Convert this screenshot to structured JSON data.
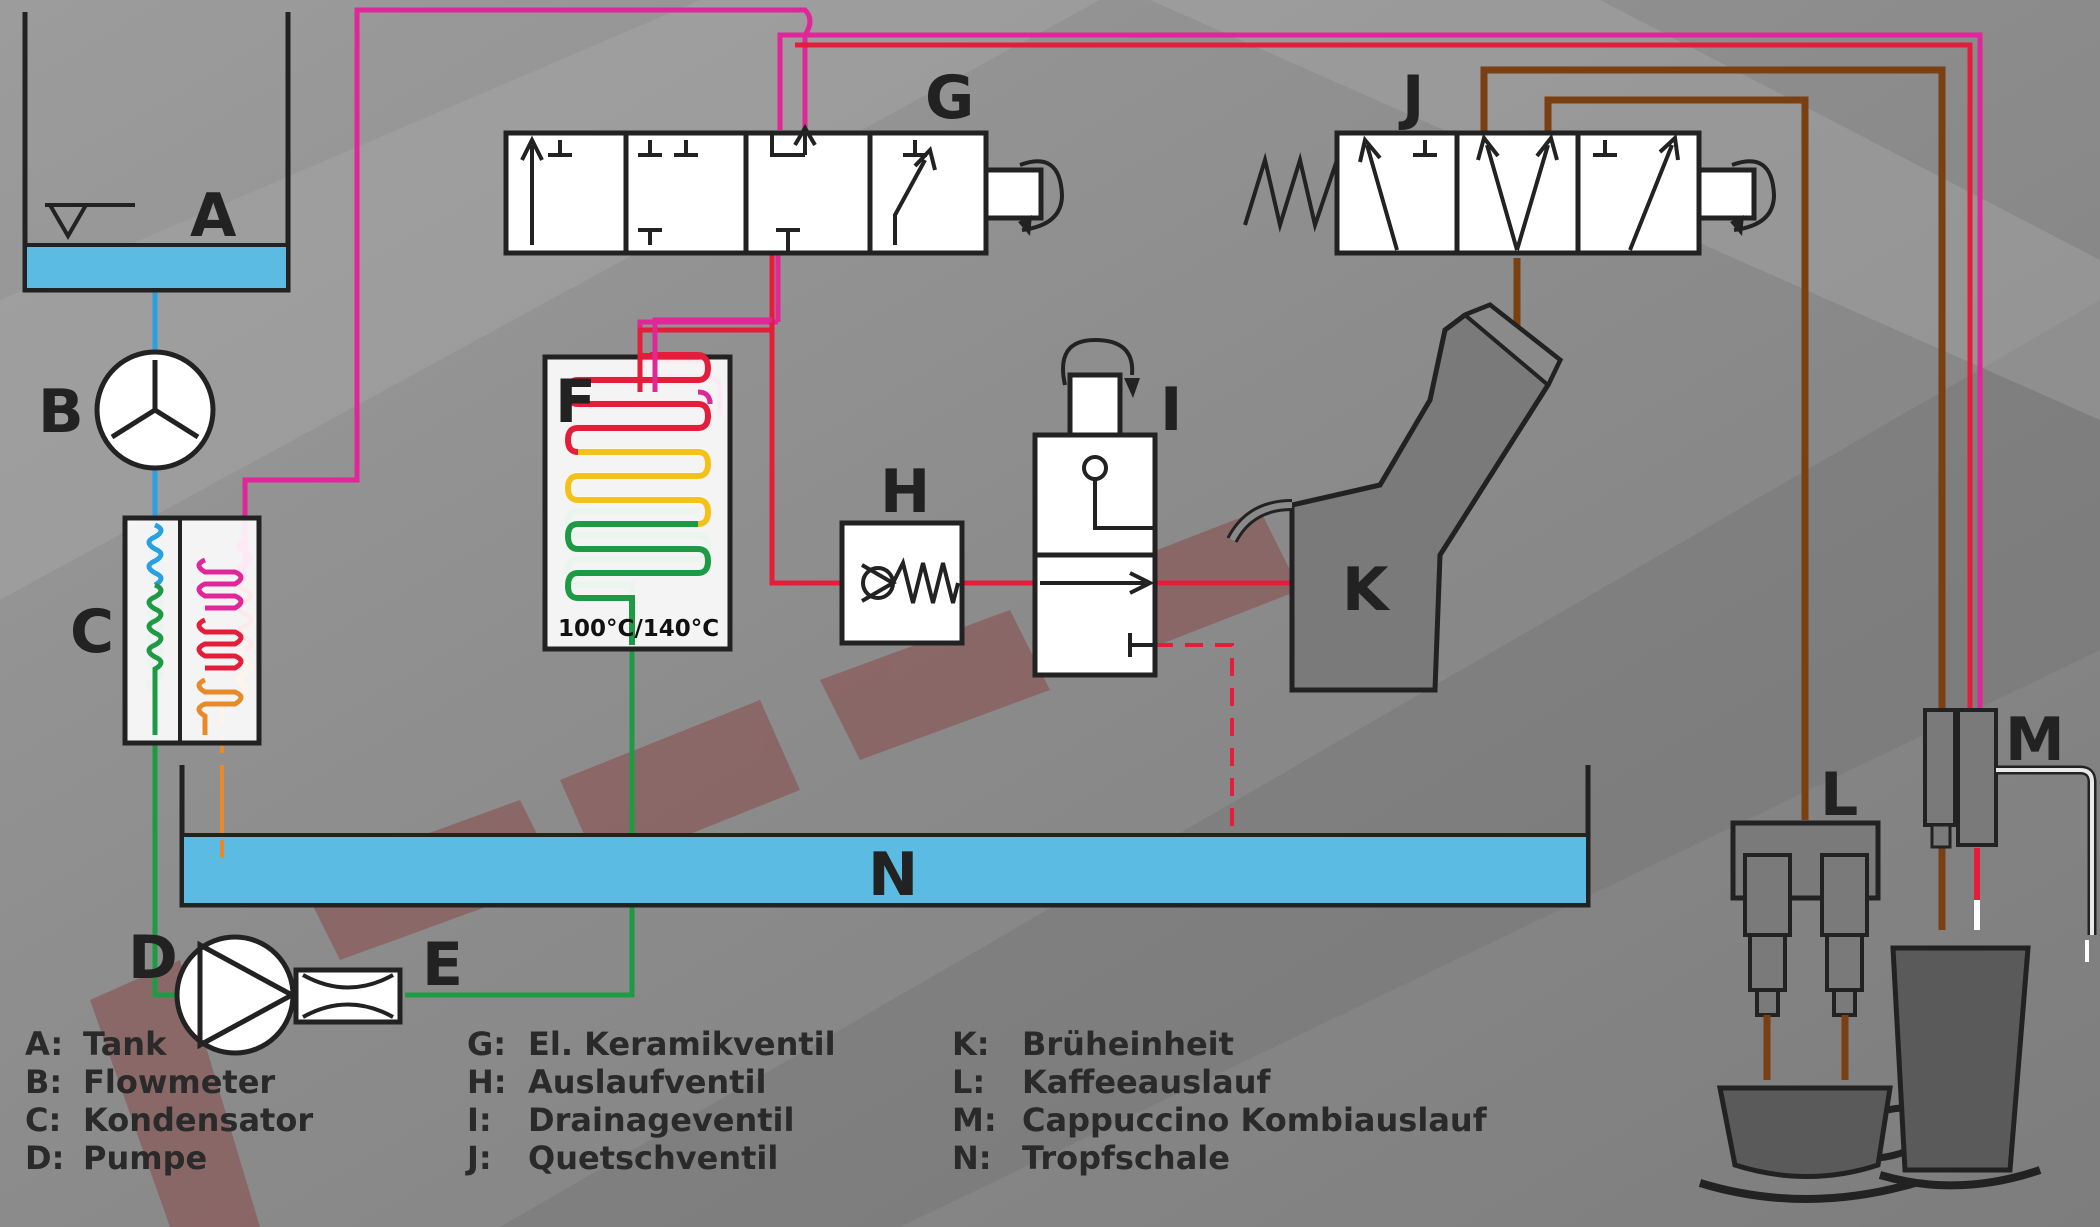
{
  "components": {
    "a": "A",
    "b": "B",
    "c": "C",
    "d": "D",
    "e": "E",
    "f": "F",
    "g": "G",
    "h": "H",
    "i": "I",
    "j": "J",
    "k": "K",
    "l": "L",
    "m": "M",
    "n": "N"
  },
  "heater_temperature": "100°C/140°C",
  "legend": [
    {
      "key": "A:",
      "label": "Tank"
    },
    {
      "key": "B:",
      "label": "Flowmeter"
    },
    {
      "key": "C:",
      "label": "Kondensator"
    },
    {
      "key": "D:",
      "label": "Pumpe"
    },
    {
      "key": "G:",
      "label": "El. Keramikventil"
    },
    {
      "key": "H:",
      "label": "Auslaufventil"
    },
    {
      "key": "I:",
      "label": "Drainageventil"
    },
    {
      "key": "J:",
      "label": "Quetschventil"
    },
    {
      "key": "K:",
      "label": "Brüheinheit"
    },
    {
      "key": "L:",
      "label": "Kaffeeauslauf"
    },
    {
      "key": "M:",
      "label": "Cappuccino Kombiauslauf"
    },
    {
      "key": "N:",
      "label": "Tropfschale"
    }
  ],
  "colors": {
    "water": "#5bbbe3",
    "cold_line": "#29a0e0",
    "green_line": "#1e9a45",
    "steam_line": "#e0279a",
    "hot_line": "#e41e3a",
    "yellow_line": "#f2c21b",
    "orange_line": "#e88a2a",
    "coffee_line": "#7a3f12",
    "watermark": "#8a3c3c"
  }
}
